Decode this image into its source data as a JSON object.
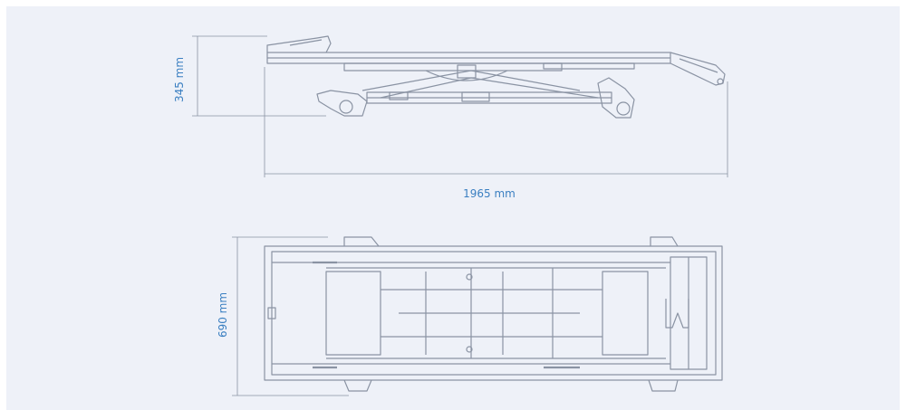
{
  "dimensions": {
    "height_label": "345 mm",
    "length_label": "1965 mm",
    "depth_label": "690 mm"
  },
  "colors": {
    "background": "#eef1f8",
    "line": "#8a93a3",
    "dimension_text": "#3a7fc1"
  }
}
